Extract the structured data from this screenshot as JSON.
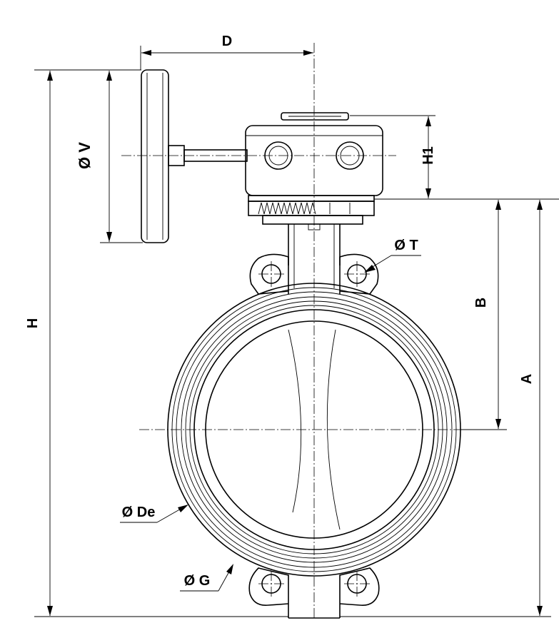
{
  "dimensions": {
    "D": "D",
    "V": "Ø V",
    "H1": "H1",
    "T": "Ø T",
    "H": "H",
    "B": "B",
    "A": "A",
    "De": "Ø De",
    "G": "Ø G"
  }
}
